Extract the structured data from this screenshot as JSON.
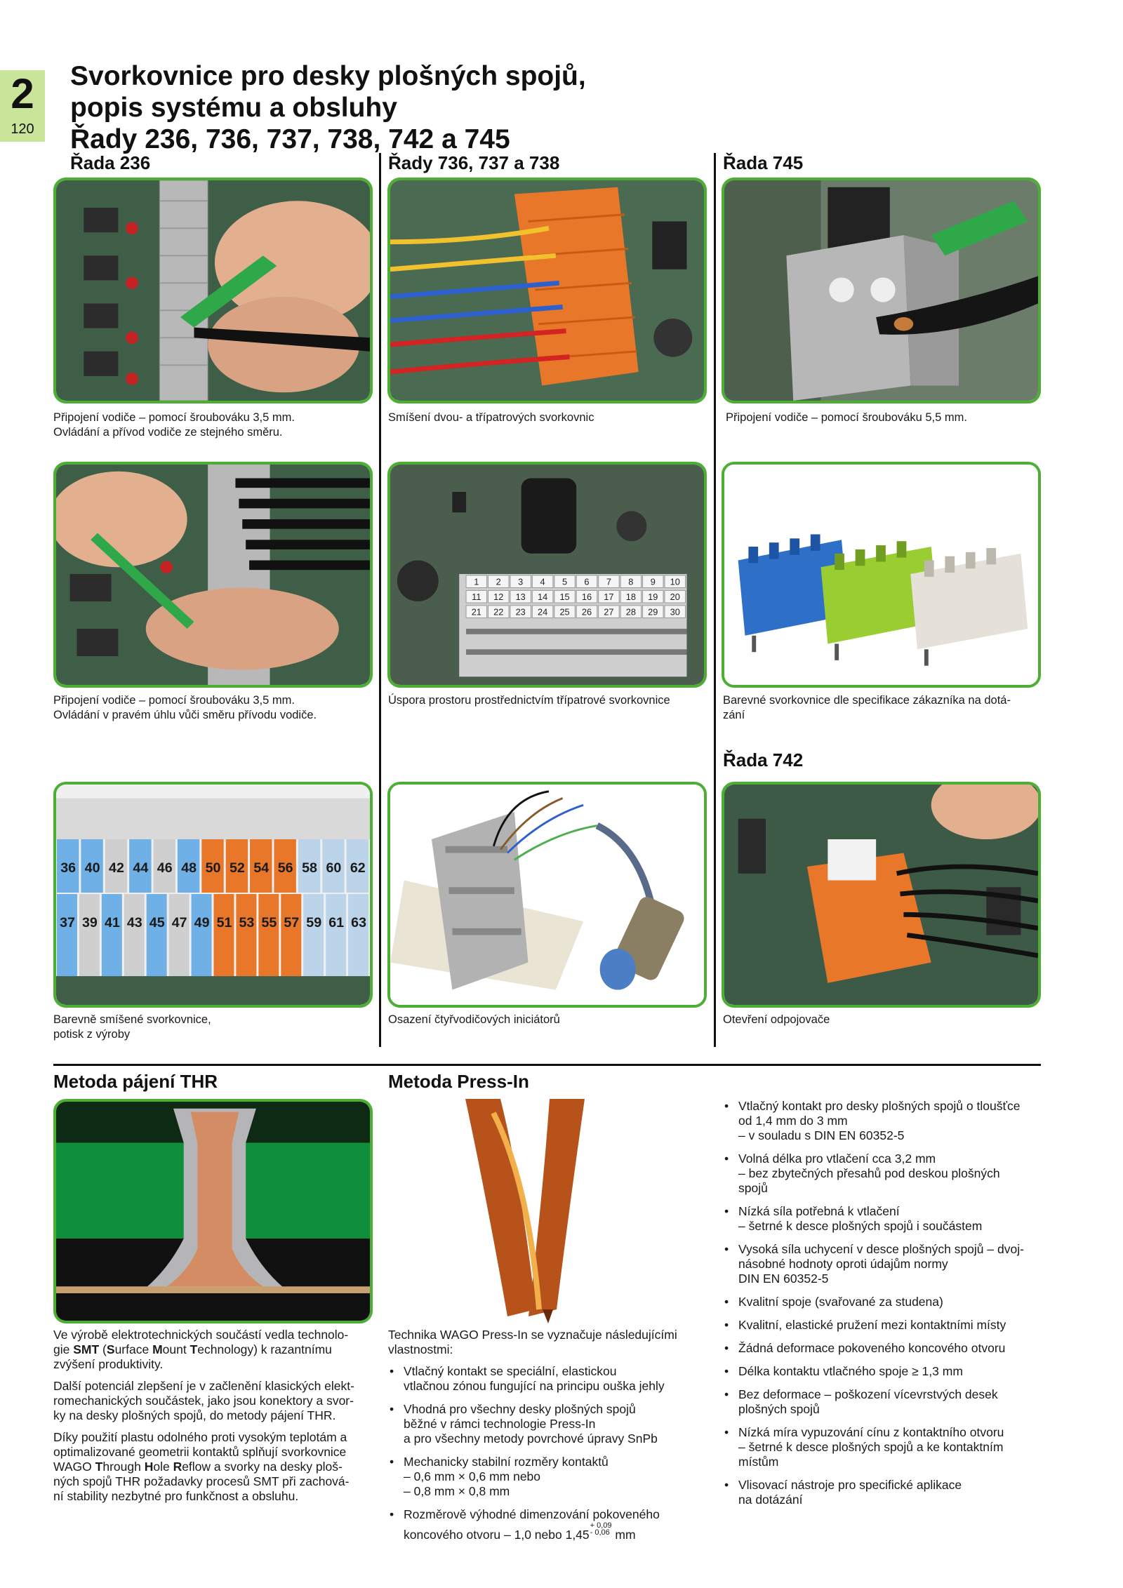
{
  "chapter": {
    "number": "2",
    "page": "120"
  },
  "title": {
    "line1": "Svorkovnice pro desky plošných spojů,",
    "line2": "popis systému a obsluhy",
    "line3": "Řady 236, 736, 737, 738, 742 a 745"
  },
  "columns": {
    "c1": "Řada 236",
    "c2": "Řady 736, 737 a 738",
    "c3": "Řada 745",
    "c3b": "Řada 742"
  },
  "captions": {
    "p1": "Připojení vodiče – pomocí šroubováku 3,5 mm.\nOvládání a přívod vodiče ze stejného směru.",
    "p2": "Smíšení dvou- a třípatrových svorkovnic",
    "p3": "Připojení vodiče – pomocí šroubováku 5,5 mm.",
    "p4": "Připojení vodiče – pomocí šroubováku 3,5 mm.\nOvládání v pravém úhlu vůči směru přívodu vodiče.",
    "p5": "Úspora prostoru prostřednictvím třípatrové svorkovnice",
    "p6": "Barevné svorkovnice dle specifikace zákazníka na dotá-\nzání",
    "p7": "Barevně smíšené svorkovnice,\npotisk z výroby",
    "p8": "Osazení čtyřvodičových iniciátorů",
    "p9": "Otevření odpojovače"
  },
  "photo_labels": {
    "row3_top": [
      "36",
      "40",
      "42",
      "44",
      "46",
      "48",
      "50",
      "52",
      "54",
      "56",
      "58",
      "60",
      "62"
    ],
    "row3_bot": [
      "37",
      "39",
      "41",
      "43",
      "45",
      "47",
      "49",
      "51",
      "53",
      "55",
      "57",
      "59",
      "61",
      "63"
    ],
    "conn_top": [
      "1",
      "2",
      "3",
      "4",
      "5",
      "6",
      "7",
      "8",
      "9",
      "10"
    ],
    "conn_mid": [
      "11",
      "12",
      "13",
      "14",
      "15",
      "16",
      "17",
      "18",
      "19",
      "20"
    ],
    "conn_bot": [
      "21",
      "22",
      "23",
      "24",
      "25",
      "26",
      "27",
      "28",
      "29",
      "30"
    ]
  },
  "thr": {
    "heading": "Metoda pájení THR",
    "para1_a": "Ve výrobě elektrotechnických součástí vedla technolo-\ngie ",
    "para1_smt": "SMT",
    "para1_b": " (",
    "para1_s": "S",
    "para1_c": "urface ",
    "para1_m": "M",
    "para1_d": "ount ",
    "para1_t": "T",
    "para1_e": "echnology) k razantnímu\nzvýšení produktivity.",
    "para2": "Další potenciál zlepšení je v začlenění klasických elekt-\nromechanických součástek, jako jsou konektory a svor-\nky na desky plošných spojů, do metody pájení THR.",
    "para3_a": "Díky použití plastu odolného proti vysokým teplotám a\noptimalizované geometrii kontaktů splňují svorkovnice\nWAGO ",
    "para3_T": "T",
    "para3_b": "hrough ",
    "para3_H": "H",
    "para3_c": "ole ",
    "para3_R": "R",
    "para3_d": "eflow a svorky na desky ploš-\nných spojů THR požadavky procesů SMT při zachová-\nní stability nezbytné pro funkčnost a obsluhu."
  },
  "pressin": {
    "heading": "Metoda Press-In",
    "intro": "Technika WAGO Press-In se vyznačuje následujícími\nvlastnostmi:",
    "bullets": [
      "Vtlačný kontakt se speciální, elastickou\nvtlačnou zónou fungující na principu ouška jehly",
      "Vhodná pro všechny desky plošných spojů\nběžné v rámci technologie Press-In\na pro všechny metody povrchové úpravy SnPb",
      "Mechanicky stabilní rozměry kontaktů\n– 0,6 mm × 0,6 mm nebo\n– 0,8 mm × 0,8 mm"
    ],
    "last_a": "Rozměrově výhodné dimenzování pokoveného\nkoncového otvoru – 1,0 nebo 1,45",
    "last_sup1": "+ 0,09",
    "last_sup2": "- 0,06",
    "last_b": " mm"
  },
  "right_bullets": [
    "Vtlačný kontakt pro desky plošných spojů o tloušťce\nod 1,4 mm do 3 mm\n– v souladu s DIN EN 60352-5",
    "Volná délka pro vtlačení cca 3,2 mm\n– bez zbytečných přesahů pod deskou plošných\nspojů",
    "Nízká síla potřebná k vtlačení\n– šetrné k desce plošných spojů i součástem",
    "Vysoká síla uchycení v desce plošných spojů – dvoj-\nnásobné hodnoty oproti údajům normy\nDIN EN 60352-5",
    "Kvalitní spoje (svařované za studena)",
    "Kvalitní, elastické pružení mezi kontaktními místy",
    "Žádná deformace pokoveného koncového otvoru",
    "Délka kontaktu vtlačného spoje ≥ 1,3 mm",
    "Bez deformace – poškození vícevrstvých desek\nplošných spojů",
    "Nízká míra vypuzování cínu z kontaktního otvoru\n– šetrné k desce plošných spojů a ke kontaktním\nmístům",
    "Vlisovací nástroje pro specifické aplikace\nna dotázání"
  ]
}
